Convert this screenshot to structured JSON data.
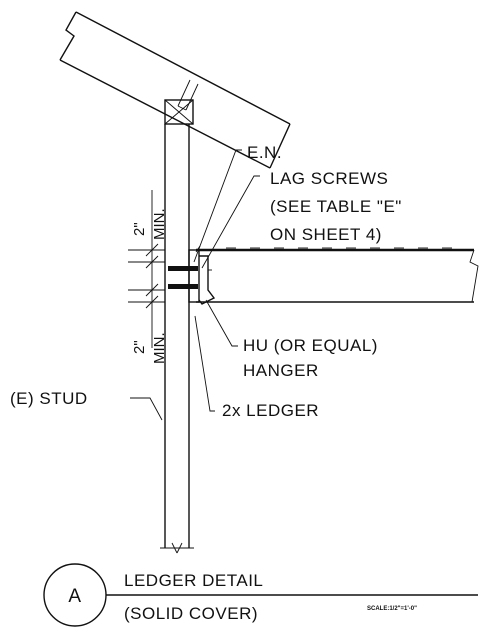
{
  "labels": {
    "en": "E.N.",
    "lag_screws_1": "LAG SCREWS",
    "lag_screws_2": "(SEE TABLE \"E\"",
    "lag_screws_3": "ON SHEET 4)",
    "hanger_1": "HU (OR EQUAL)",
    "hanger_2": "HANGER",
    "stud": "(E) STUD",
    "ledger": "2x LEDGER",
    "dim_top_value": "2\"",
    "dim_top_min": "MIN.",
    "dim_bot_value": "2\"",
    "dim_bot_min": "MIN."
  },
  "title_block": {
    "bubble_letter": "A",
    "title": "LEDGER DETAIL",
    "subtitle": "(SOLID COVER)",
    "scale": "SCALE:1/2\"=1'-0\""
  }
}
